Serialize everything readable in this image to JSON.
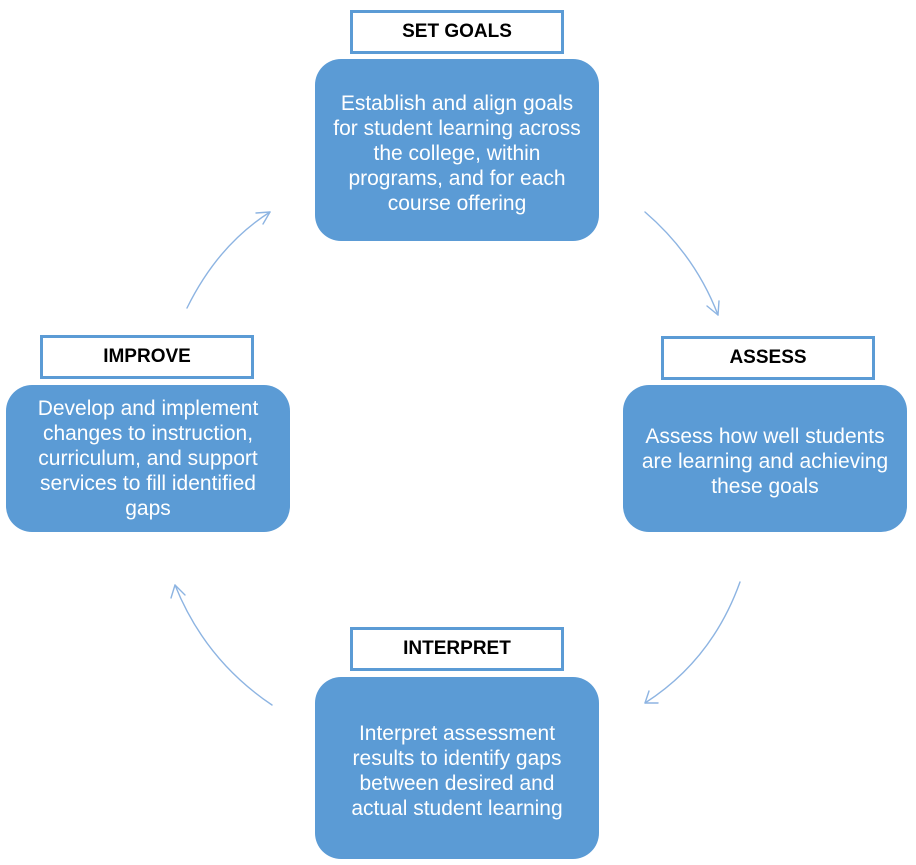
{
  "stages": {
    "set_goals": {
      "label": "SET GOALS",
      "description": "Establish and align goals for student learning across the college, within programs, and for each course offering"
    },
    "assess": {
      "label": "ASSESS",
      "description": "Assess how well students are learning and achieving these goals"
    },
    "interpret": {
      "label": "INTERPRET",
      "description": "Interpret assessment results to identify gaps between desired and actual student learning"
    },
    "improve": {
      "label": "IMPROVE",
      "description": "Develop and implement changes to instruction, curriculum, and support services to fill identified gaps"
    }
  },
  "colors": {
    "accent": "#5b9bd5",
    "arrow": "#8db4e2"
  }
}
